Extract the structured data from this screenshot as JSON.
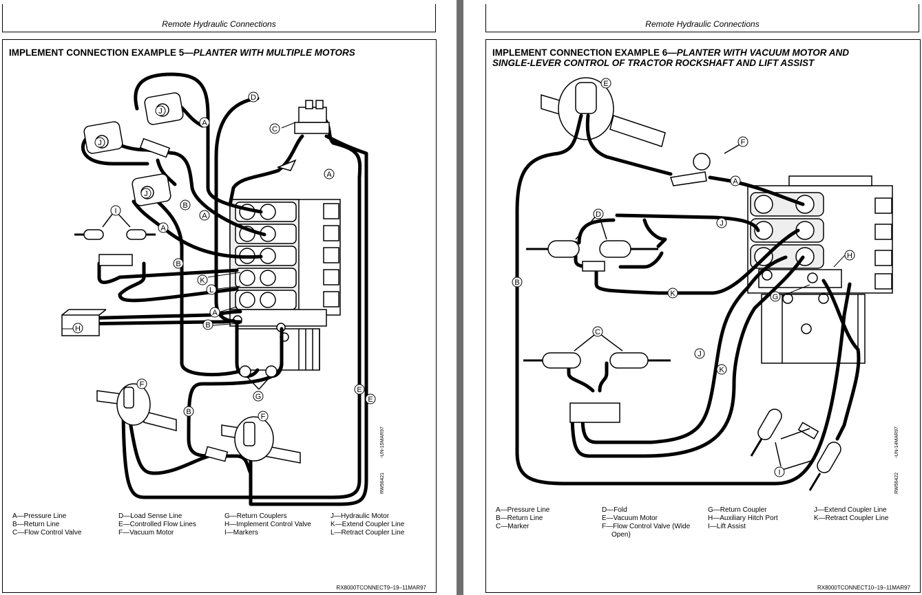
{
  "left_page": {
    "header": "Remote Hydraulic Connections",
    "title_prefix": "IMPLEMENT CONNECTION EXAMPLE 5—",
    "title_italic": "PLANTER WITH MULTIPLE MOTORS",
    "side_code_1": "-UN-15MAR97",
    "side_code_2": "RW56421",
    "footer_code": "RX8000TCONNECT9–19–11MAR97",
    "legend": [
      [
        "A—Pressure Line",
        "B—Return Line",
        "C—Flow Control Valve"
      ],
      [
        "D—Load Sense Line",
        "E—Controlled Flow Lines",
        "F—Vacuum Motor"
      ],
      [
        "G—Return Couplers",
        "H—Implement Control Valve",
        "I—Markers"
      ],
      [
        "J—Hydraulic Motor",
        "K—Extend Coupler Line",
        "L—Retract Coupler Line"
      ]
    ],
    "callouts": {
      "A": "A",
      "B": "B",
      "C": "C",
      "D": "D",
      "E": "E",
      "F": "F",
      "G": "G",
      "H": "H",
      "I": "I",
      "J": "J",
      "K": "K",
      "L": "L"
    }
  },
  "right_page": {
    "header": "Remote Hydraulic Connections",
    "title_prefix": "IMPLEMENT CONNECTION EXAMPLE 6—",
    "title_italic_1": "PLANTER WITH VACUUM MOTOR AND",
    "title_italic_2": "SINGLE-LEVER CONTROL OF TRACTOR ROCKSHAFT AND LIFT ASSIST",
    "side_code_1": "-UN-14MAR97",
    "side_code_2": "RW56422",
    "footer_code": "RX8000TCONNECT10–19–11MAR97",
    "legend": [
      [
        "A—Pressure Line",
        "B—Return Line",
        "C—Marker"
      ],
      [
        "D—Fold",
        "E—Vacuum Motor",
        "F—Flow Control Valve (Wide",
        "Open)"
      ],
      [
        "G—Return Coupler",
        "H—Auxiliary Hitch Port",
        "I—Lift Assist"
      ],
      [
        "J—Extend Coupler Line",
        "K—Retract Coupler Line"
      ]
    ],
    "callouts": {
      "A": "A",
      "B": "B",
      "C": "C",
      "D": "D",
      "E": "E",
      "F": "F",
      "G": "G",
      "H": "H",
      "I": "I",
      "J": "J",
      "K": "K"
    }
  }
}
